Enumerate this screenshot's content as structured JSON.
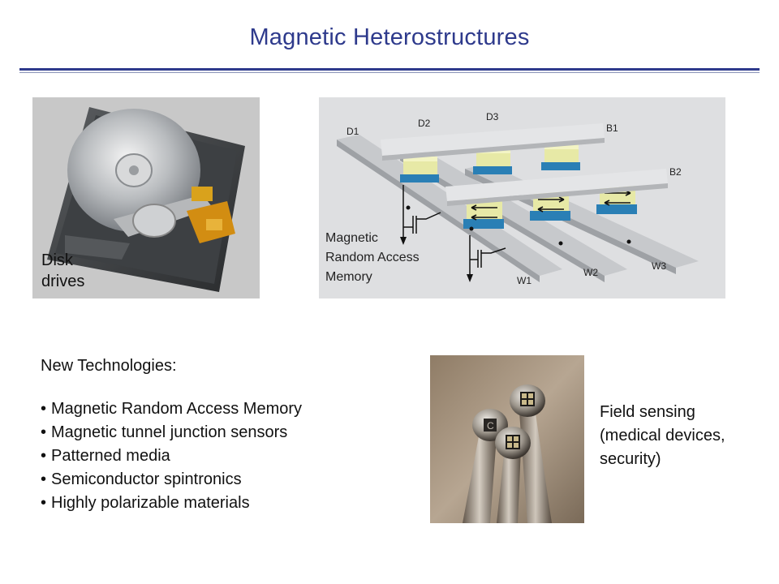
{
  "slide": {
    "title": "Magnetic Heterostructures"
  },
  "hdd_photo": {
    "label_line1": "Disk",
    "label_line2": "drives"
  },
  "mram_diagram": {
    "caption_line1": "Magnetic",
    "caption_line2": "Random Access",
    "caption_line3": "Memory",
    "labels": {
      "d1": "D1",
      "d2": "D2",
      "d3": "D3",
      "b1": "B1",
      "b2": "B2",
      "w1": "W1",
      "w2": "W2",
      "w3": "W3"
    }
  },
  "technologies": {
    "heading": "New Technologies:",
    "items": [
      "Magnetic Random Access Memory",
      "Magnetic tunnel junction sensors",
      "Patterned media",
      "Semiconductor spintronics",
      "Highly polarizable materials"
    ]
  },
  "sensor_photo": {
    "chip_mark": "C",
    "caption_line1": "Field sensing",
    "caption_line2": "(medical devices,",
    "caption_line3": "security)"
  }
}
